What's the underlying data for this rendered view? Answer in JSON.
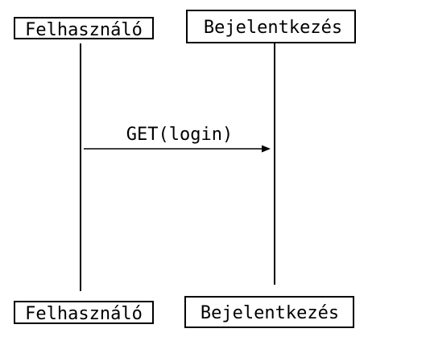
{
  "participants": [
    {
      "id": "felhasznalo",
      "label": "Felhasználó"
    },
    {
      "id": "bejelentkezes",
      "label": "Bejelentkezés"
    }
  ],
  "messages": [
    {
      "from": "felhasznalo",
      "to": "bejelentkezes",
      "label": "GET(login)"
    }
  ]
}
